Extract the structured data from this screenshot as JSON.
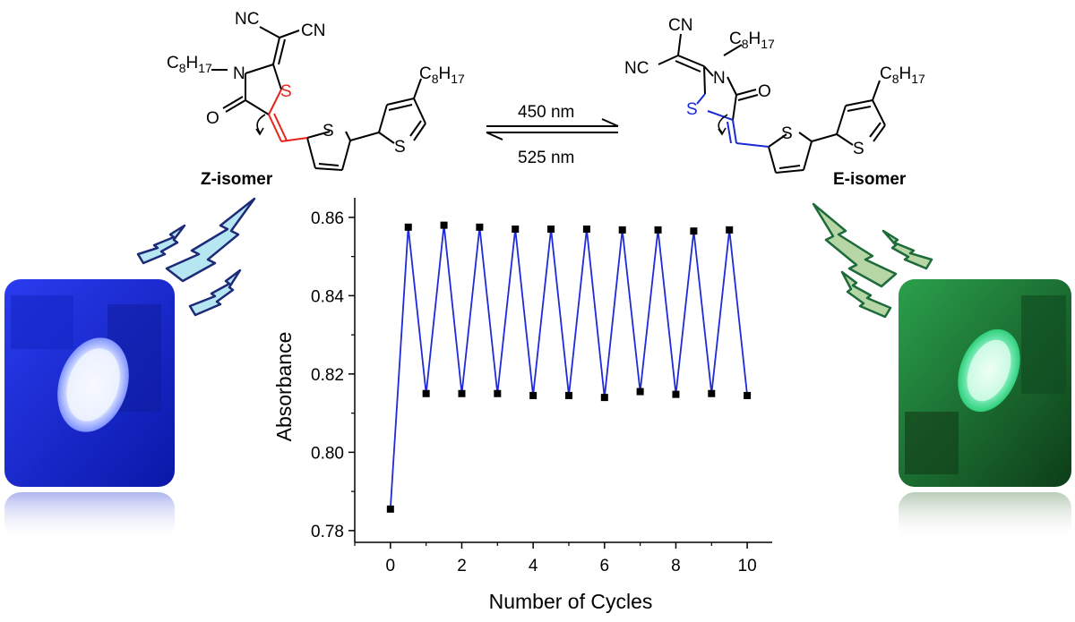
{
  "figure": {
    "z_isomer_label": "Z-isomer",
    "e_isomer_label": "E-isomer",
    "forward_wavelength": "450 nm",
    "reverse_wavelength": "525 nm",
    "lamp_left_color": "#1f2fd6",
    "lamp_right_color": "#1c8a3a"
  },
  "molecule": {
    "z": {
      "cn_a": "NC",
      "cn_b": "CN",
      "n": "N",
      "o": "O",
      "s_ring": "S",
      "s_t1": "S",
      "s_t2": "S",
      "alkyl_n": "C8H17",
      "alkyl_t": "C8H17",
      "highlight_color": "#e8211a"
    },
    "e": {
      "cn_a": "NC",
      "cn_b": "CN",
      "n": "N",
      "o": "O",
      "s_ring": "S",
      "s_t1": "S",
      "s_t2": "S",
      "alkyl_n": "C8H17",
      "alkyl_t": "C8H17",
      "highlight_color": "#1a2bd4"
    }
  },
  "chart_data": {
    "type": "line",
    "xlabel": "Number of Cycles",
    "ylabel": "Absorbance",
    "xlim": [
      -1,
      10.7
    ],
    "ylim": [
      0.777,
      0.865
    ],
    "xticks": [
      0,
      2,
      4,
      6,
      8,
      10
    ],
    "yticks": [
      0.78,
      0.8,
      0.82,
      0.84,
      0.86
    ],
    "ytick_labels": [
      "0.78",
      "0.80",
      "0.82",
      "0.84",
      "0.86"
    ],
    "line_color": "#1f2bd6",
    "marker_color": "#000000",
    "series": [
      {
        "x": [
          0,
          0.5,
          1,
          1.5,
          2,
          2.5,
          3,
          3.5,
          4,
          4.5,
          5,
          5.5,
          6,
          6.5,
          7,
          7.5,
          8,
          8.5,
          9,
          9.5,
          10
        ],
        "y": [
          0.7855,
          0.8575,
          0.815,
          0.858,
          0.815,
          0.8575,
          0.815,
          0.857,
          0.8145,
          0.857,
          0.8145,
          0.857,
          0.814,
          0.8568,
          0.8155,
          0.8568,
          0.8148,
          0.8565,
          0.815,
          0.8568,
          0.8145
        ]
      }
    ]
  }
}
